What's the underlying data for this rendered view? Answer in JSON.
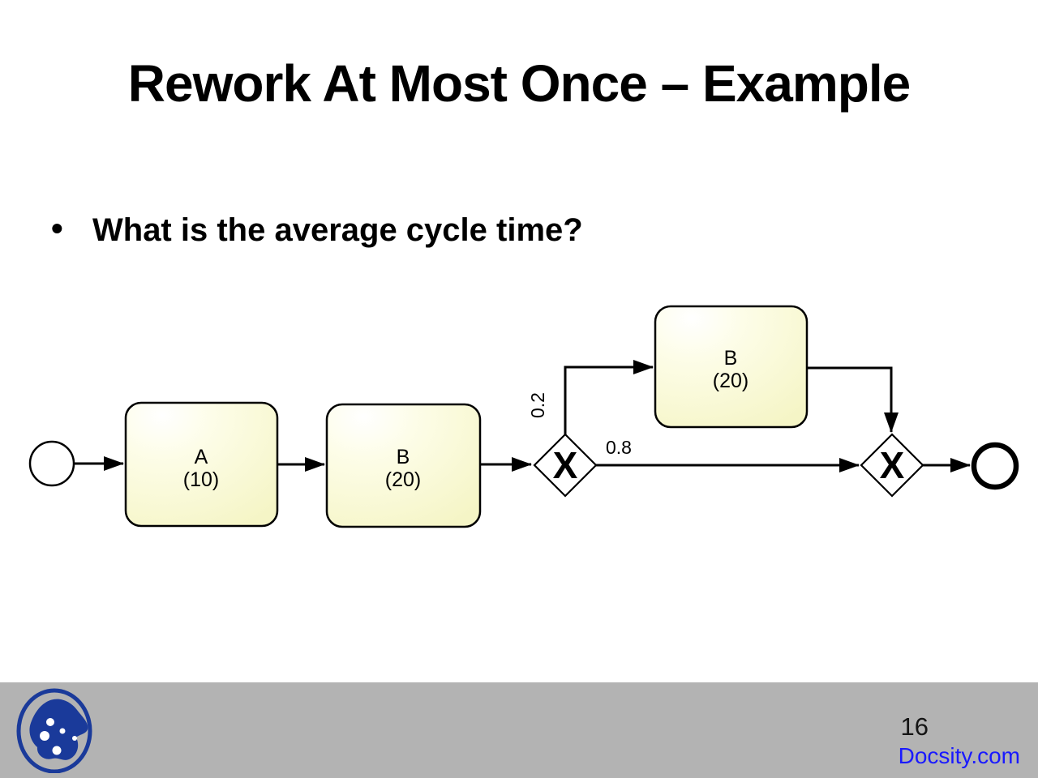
{
  "slide": {
    "title": "Rework At Most Once – Example",
    "bullet_marker": "•",
    "bullet_text": "What is the average cycle time?"
  },
  "diagram": {
    "type": "bpmn-process-flow",
    "events": {
      "start": "start-event",
      "end": "end-event"
    },
    "tasks": [
      {
        "name": "A",
        "duration": "(10)"
      },
      {
        "name": "B",
        "duration": "(20)"
      },
      {
        "name": "B",
        "duration": "(20)"
      }
    ],
    "gateways": [
      {
        "symbol": "X"
      },
      {
        "symbol": "X"
      }
    ],
    "branch_probabilities": {
      "rework": "0.2",
      "pass": "0.8"
    }
  },
  "footer": {
    "page_number": "16",
    "brand": "Docsity.com",
    "logo": "docsity-logo"
  },
  "colors": {
    "task_fill": "#f6f6c9",
    "task_highlight": "#ffffff",
    "line": "#000000",
    "footer_bar": "#b3b3b3",
    "logo_blue": "#1a3a9a",
    "brand_blue": "#1a1aff",
    "text": "#000000"
  }
}
